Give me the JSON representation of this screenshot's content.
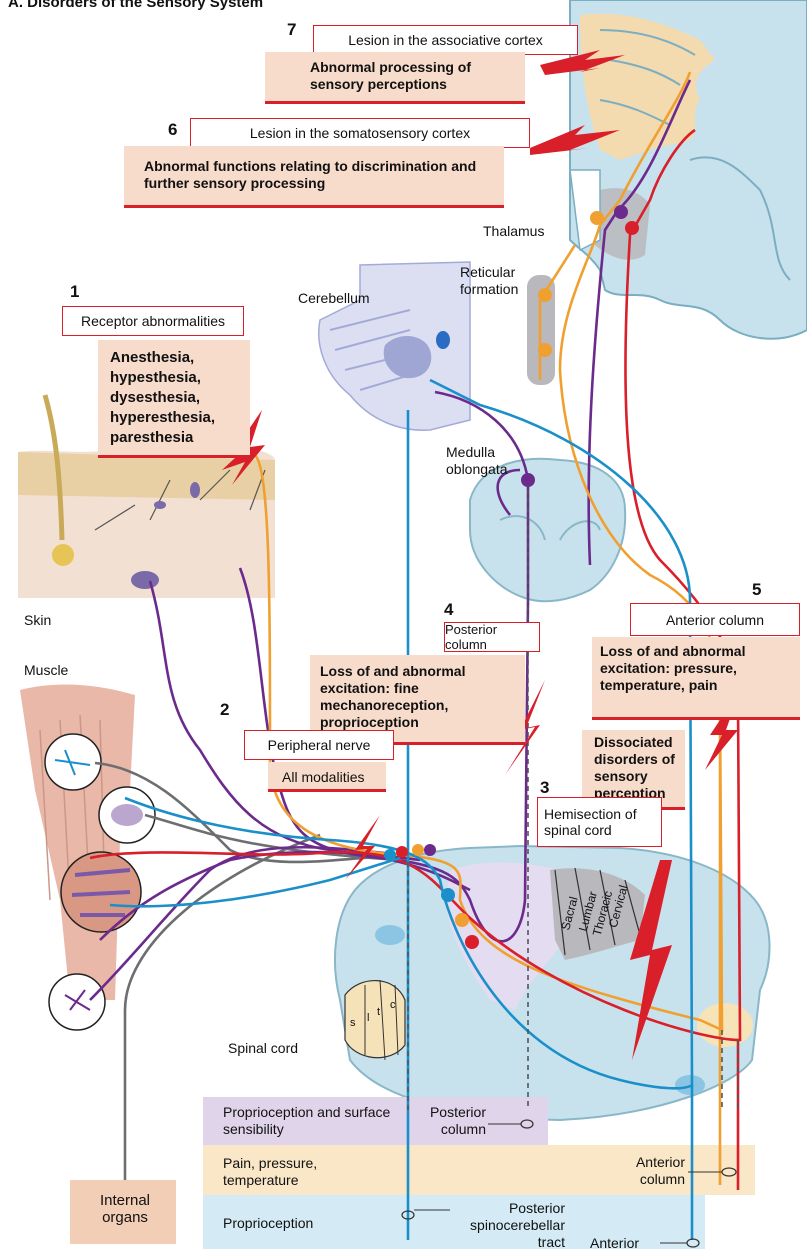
{
  "header": {
    "title": "A. Disorders of the Sensory System"
  },
  "lesions": [
    {
      "number": "7",
      "label": "Lesion in the associative cortex",
      "effect": "Abnormal processing of sensory perceptions"
    },
    {
      "number": "6",
      "label": "Lesion in the somatosensory cortex",
      "effect": "Abnormal functions relating to discrimination and further sensory processing"
    },
    {
      "number": "1",
      "label": "Receptor abnormalities",
      "effect": "Anesthesia, hypesthesia, dysesthesia, hyperesthesia, paresthesia"
    },
    {
      "number": "4",
      "label": "Posterior column",
      "effect": "Loss of and abnormal excitation: fine mechanoreception, proprioception"
    },
    {
      "number": "5",
      "label": "Anterior column",
      "effect": "Loss of and abnormal excitation: pressure, temperature, pain"
    },
    {
      "number": "2",
      "label": "Peripheral nerve",
      "effect": "All modalities"
    },
    {
      "number": "3",
      "label": "Hemisection of spinal cord",
      "effect": "Dissociated disorders of sensory perception"
    }
  ],
  "structures": {
    "thalamus": "Thalamus",
    "reticular_formation": "Reticular formation",
    "cerebellum": "Cerebellum",
    "medulla": "Medulla oblongata",
    "skin": "Skin",
    "muscle": "Muscle",
    "spinal_cord": "Spinal cord",
    "internal_organs": "Internal organs",
    "cord_layers": [
      "Sacral",
      "Lumbar",
      "Thoracic",
      "Cervical"
    ],
    "column_letters": [
      "s",
      "l",
      "t",
      "c"
    ]
  },
  "legend": {
    "purple_band": "Proprioception and surface sensibility",
    "orange_band": "Pain, pressure, temperature",
    "blue_band": "Proprioception",
    "posterior_column": "Posterior column",
    "anterior_column": "Anterior column",
    "posterior_spinocerebellar": "Posterior spinocerebellar tract",
    "anterior": "Anterior"
  },
  "colors": {
    "red": "#d81f2a",
    "purple": "#6b2a8c",
    "orange": "#f0a030",
    "blue": "#1a8fc9",
    "gray": "#6d6e71",
    "pink": "#f8dccb"
  }
}
